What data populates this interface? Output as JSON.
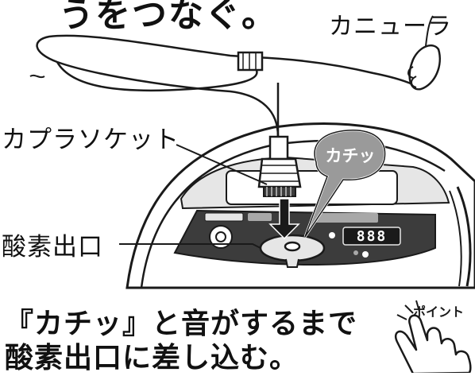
{
  "heading_fragment": "うをつなぐ。",
  "labels": {
    "cannula": "カニューラ",
    "coupler_socket": "カプラソケット",
    "oxygen_outlet": "酸素出口"
  },
  "click_bubble": "カチッ",
  "display_digits": "888",
  "point_badge": "ポイント",
  "caption": {
    "line1": "『カチッ』と音がするまで",
    "line2": "酸素出口に差し込む。"
  },
  "colors": {
    "line": "#1a1a1a",
    "device_body": "#ffffff",
    "device_shadow": "#e6e6e6",
    "panel": "#3c3c3c",
    "bubble_fill": "#9a9a9a",
    "highlight_gray": "#a8a8a8"
  }
}
